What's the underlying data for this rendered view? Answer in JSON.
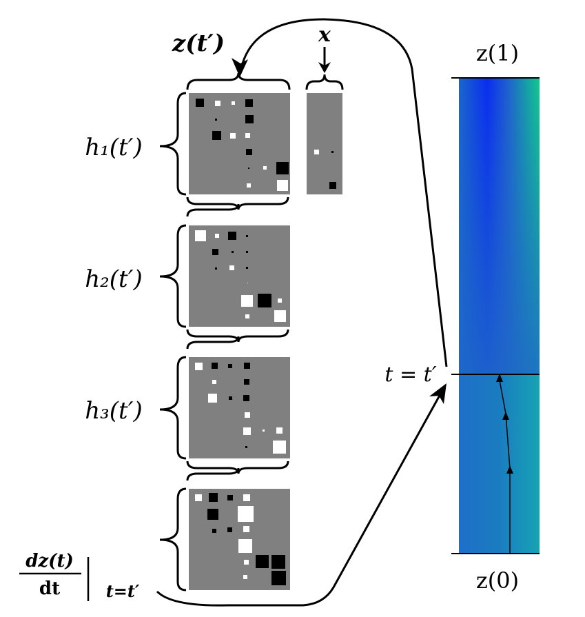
{
  "labels": {
    "z_t_prime": "z(t′)",
    "x": "x",
    "z1": "z(1)",
    "z0": "z(0)",
    "h1": "h₁(t′)",
    "h2": "h₂(t′)",
    "h3": "h₃(t′)",
    "t_eq": "t = t′",
    "deriv_num": "dz(t)",
    "deriv_den": "dt",
    "deriv_sub": "t=t′"
  },
  "colors": {
    "matrix_bg": "#808080",
    "cell_dark": "#000000",
    "cell_light": "#ffffff",
    "gradient_blue": "#1846e6",
    "gradient_green": "#13c08c",
    "gradient_teal": "#1590b8"
  }
}
